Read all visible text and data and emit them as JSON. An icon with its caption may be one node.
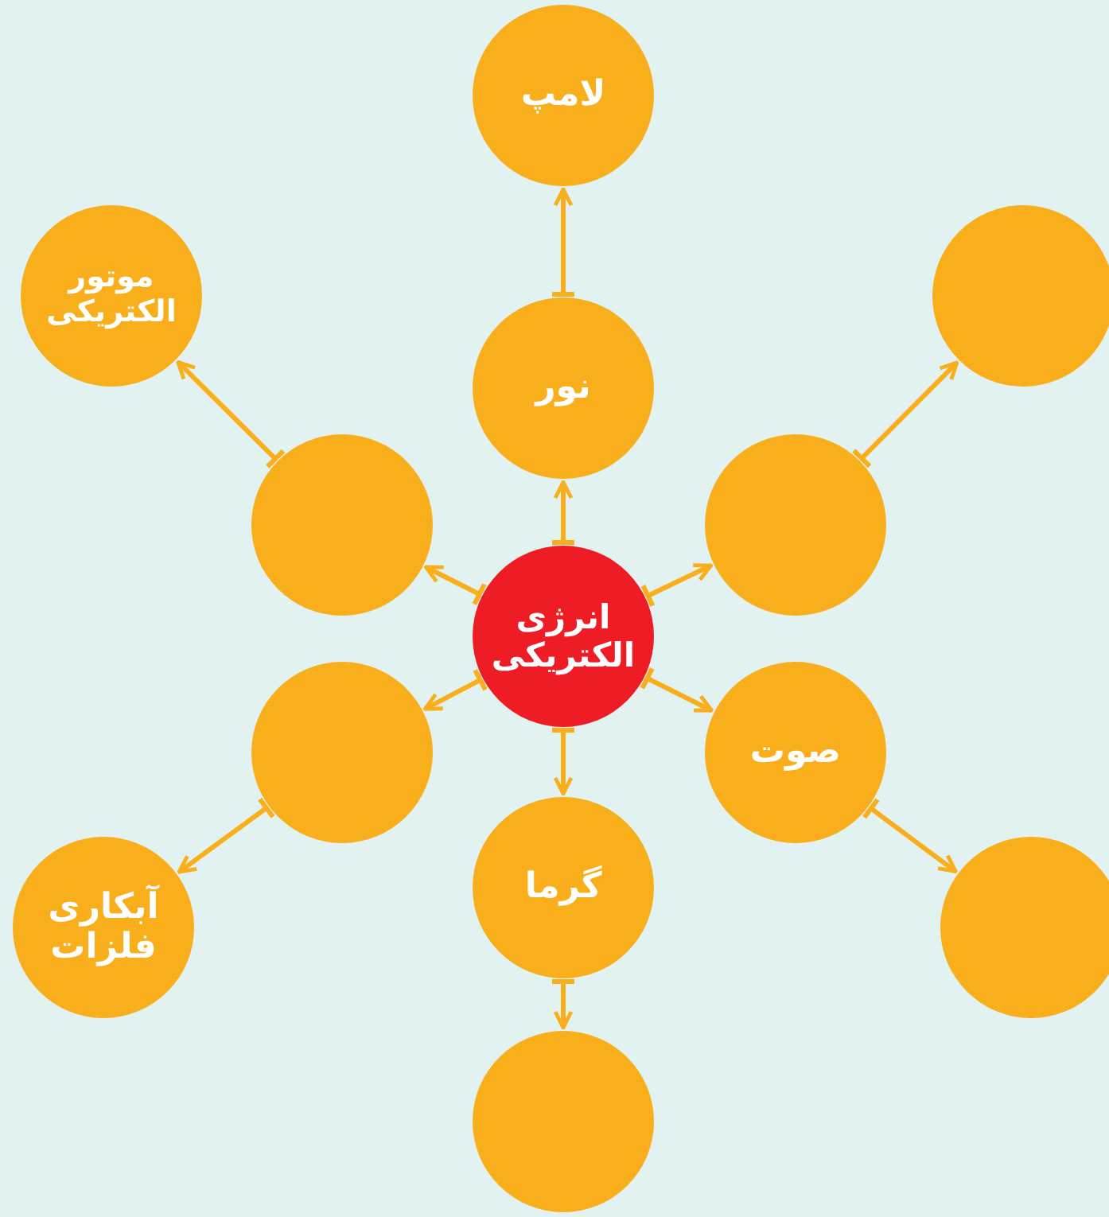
{
  "diagram": {
    "nodes": [
      {
        "text": [
          "انرژی الکتریکی"
        ]
      },
      {
        "text": [
          "نور"
        ]
      },
      {
        "text": [
          "لامپ"
        ]
      },
      {
        "text": [],
        "shape": "circle"
      },
      {
        "text": [
          "موتور الکتریکی"
        ]
      },
      {
        "text": [],
        "shape": "circle"
      },
      {
        "text": [],
        "shape": "circle"
      },
      {
        "text": [],
        "shape": "circle"
      },
      {
        "text": [
          "آبکاری فلزات"
        ]
      },
      {
        "text": [
          "صوت"
        ]
      },
      {
        "text": [],
        "shape": "circle"
      },
      {
        "text": [
          "گرما"
        ]
      },
      {
        "text": [],
        "shape": "circle"
      }
    ],
    "edges": [
      {
        "from": 0,
        "to": 1,
        "arrow": "to"
      },
      {
        "from": 1,
        "to": 2,
        "arrow": "to"
      },
      {
        "from": 0,
        "to": 3,
        "arrow": "to"
      },
      {
        "from": 3,
        "to": 4,
        "arrow": "to"
      },
      {
        "from": 0,
        "to": 5,
        "arrow": "to"
      },
      {
        "from": 5,
        "to": 6,
        "arrow": "to"
      },
      {
        "from": 0,
        "to": 7,
        "arrow": "to"
      },
      {
        "from": 7,
        "to": 8,
        "arrow": "to"
      },
      {
        "from": 0,
        "to": 9,
        "arrow": "to"
      },
      {
        "from": 9,
        "to": 10,
        "arrow": "to"
      },
      {
        "from": 0,
        "to": 11,
        "arrow": "to"
      },
      {
        "from": 11,
        "to": 12,
        "arrow": "to"
      }
    ]
  }
}
